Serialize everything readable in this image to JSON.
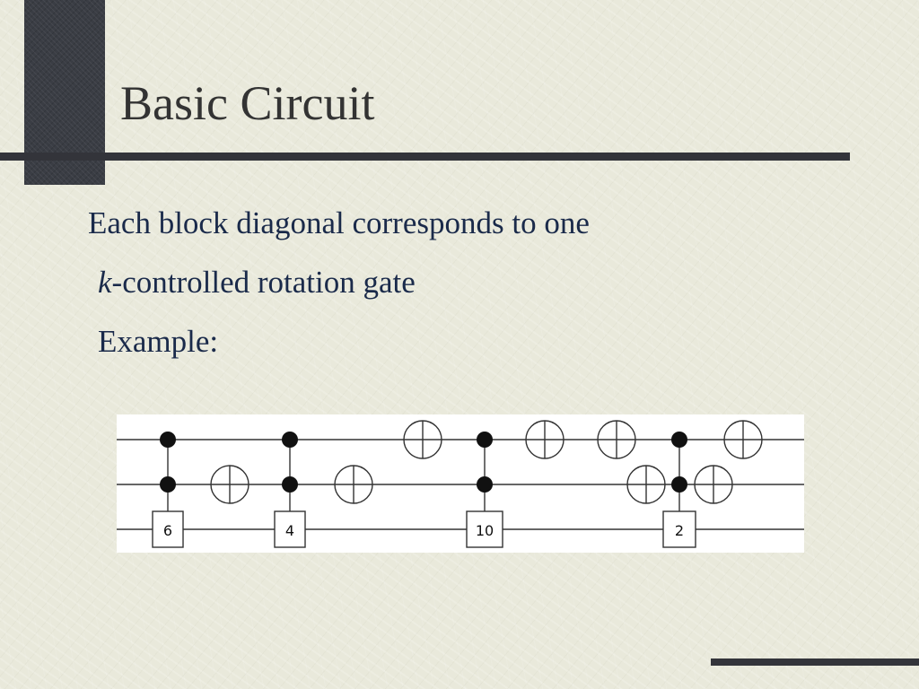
{
  "slide": {
    "title": "Basic Circuit",
    "bullets": [
      "Each block diagonal corresponds to one",
      "-controlled rotation gate",
      "Example:"
    ],
    "bullet_italic_prefix": "k"
  },
  "circuit": {
    "gate_labels": [
      "6",
      "4",
      "10",
      "2"
    ]
  }
}
